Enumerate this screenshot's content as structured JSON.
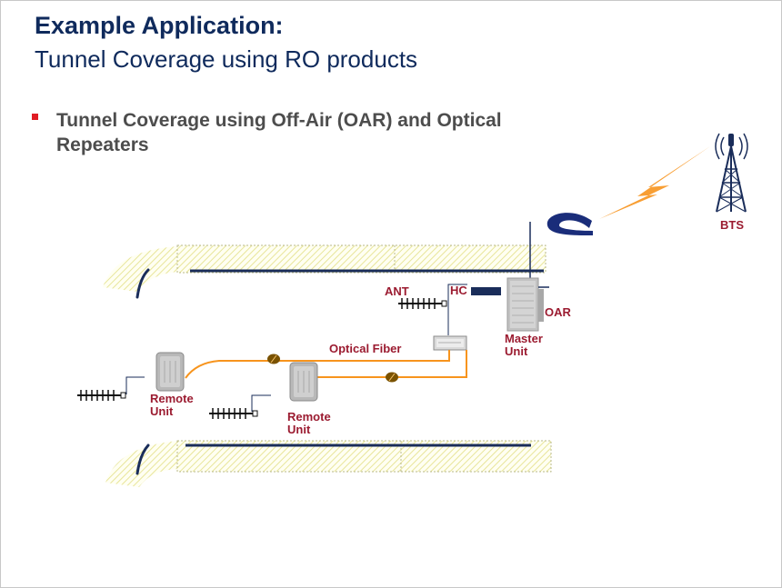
{
  "title": {
    "heading": "Example Application:",
    "subheading": "Tunnel Coverage using RO products"
  },
  "bullet": {
    "text": "Tunnel Coverage using Off-Air (OAR) and Optical Repeaters"
  },
  "labels": {
    "bts": "BTS",
    "ant": "ANT",
    "hc": "HC",
    "oar": "OAR",
    "optical_fiber": "Optical Fiber",
    "master_unit_line1": "Master",
    "master_unit_line2": "Unit",
    "remote_unit_1_line1": "Remote",
    "remote_unit_1_line2": "Unit",
    "remote_unit_2_line1": "Remote",
    "remote_unit_2_line2": "Unit"
  },
  "colors": {
    "title": "#0f2a5c",
    "bullet_marker": "#e01c24",
    "bullet_text": "#4d4d4d",
    "labels": "#9b1b30",
    "fiber": "#f7941d",
    "signal": "#f7941d",
    "tunnel_fill": "#fdfde6",
    "tunnel_rail": "#1a2d5a"
  }
}
